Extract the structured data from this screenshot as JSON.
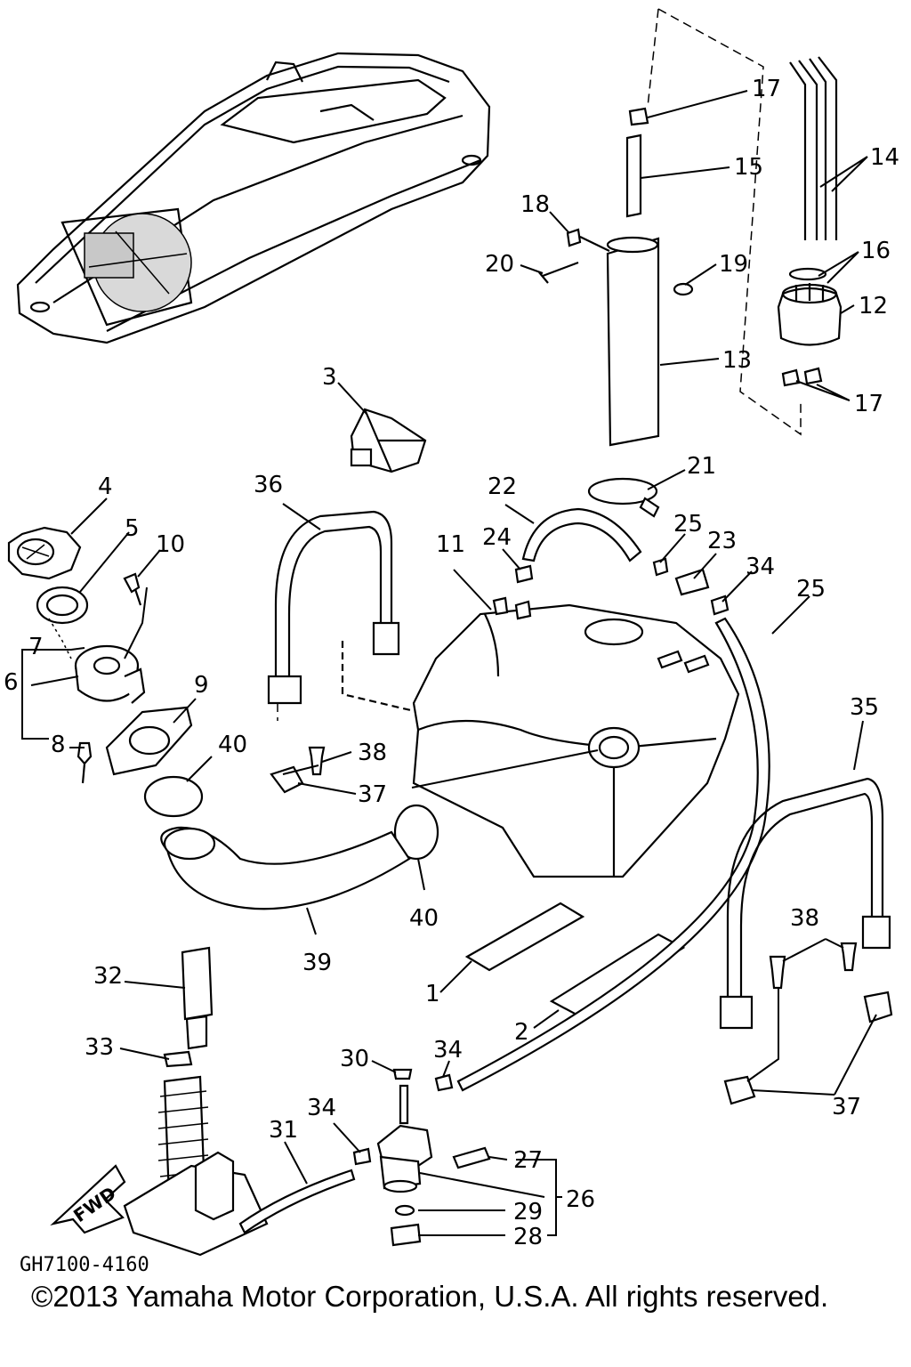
{
  "diagram": {
    "code": "GH7100-4160",
    "copyright": "©2013 Yamaha Motor Corporation, U.S.A. All rights reserved.",
    "fwd_label": "FWD",
    "callouts": [
      {
        "num": "1"
      },
      {
        "num": "2"
      },
      {
        "num": "3"
      },
      {
        "num": "4"
      },
      {
        "num": "5"
      },
      {
        "num": "6"
      },
      {
        "num": "7"
      },
      {
        "num": "8"
      },
      {
        "num": "9"
      },
      {
        "num": "10"
      },
      {
        "num": "11"
      },
      {
        "num": "12"
      },
      {
        "num": "13"
      },
      {
        "num": "14"
      },
      {
        "num": "15"
      },
      {
        "num": "16"
      },
      {
        "num": "17"
      },
      {
        "num": "17"
      },
      {
        "num": "18"
      },
      {
        "num": "19"
      },
      {
        "num": "20"
      },
      {
        "num": "21"
      },
      {
        "num": "22"
      },
      {
        "num": "23"
      },
      {
        "num": "24"
      },
      {
        "num": "25"
      },
      {
        "num": "26"
      },
      {
        "num": "27"
      },
      {
        "num": "28"
      },
      {
        "num": "29"
      },
      {
        "num": "30"
      },
      {
        "num": "31"
      },
      {
        "num": "32"
      },
      {
        "num": "33"
      },
      {
        "num": "34"
      },
      {
        "num": "34"
      },
      {
        "num": "34"
      },
      {
        "num": "34"
      },
      {
        "num": "35"
      },
      {
        "num": "36"
      },
      {
        "num": "37"
      },
      {
        "num": "37"
      },
      {
        "num": "38"
      },
      {
        "num": "38"
      },
      {
        "num": "39"
      },
      {
        "num": "40"
      },
      {
        "num": "40"
      }
    ]
  }
}
